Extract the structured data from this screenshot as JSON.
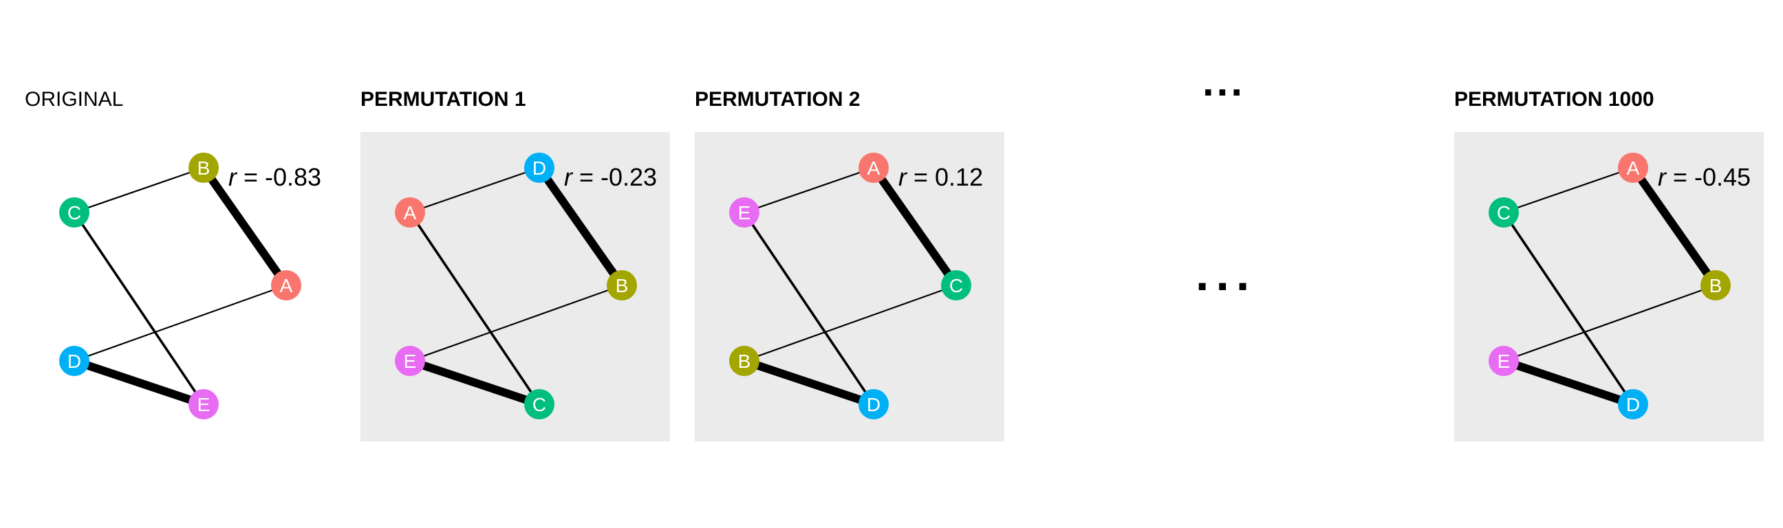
{
  "colors": {
    "A": "#f8766d",
    "B": "#a3a500",
    "C": "#00bf7d",
    "D": "#00b0f6",
    "E": "#e76bf3",
    "panel_background": "#ebebeb",
    "edge": "#000000"
  },
  "ellipsis_top": "...",
  "ellipsis_middle": "...",
  "panels": [
    {
      "title": "ORIGINAL",
      "r_symbol": "r",
      "r_value": "-0.83",
      "slots": [
        "C",
        "B",
        "A",
        "D",
        "E"
      ]
    },
    {
      "title": "PERMUTATION 1",
      "r_symbol": "r",
      "r_value": "-0.23",
      "slots": [
        "A",
        "D",
        "B",
        "E",
        "C"
      ]
    },
    {
      "title": "PERMUTATION 2",
      "r_symbol": "r",
      "r_value": "0.12",
      "slots": [
        "E",
        "A",
        "C",
        "B",
        "D"
      ]
    },
    {
      "title": "PERMUTATION 1000",
      "r_symbol": "r",
      "r_value": "-0.45",
      "slots": [
        "C",
        "A",
        "B",
        "E",
        "D"
      ]
    }
  ]
}
